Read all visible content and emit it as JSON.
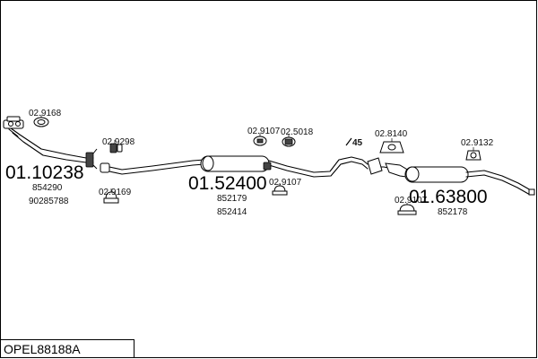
{
  "diagram_code": "OPEL88188A",
  "assemblies": [
    {
      "number": "01.10238",
      "refs": [
        "854290",
        "90285788"
      ]
    },
    {
      "number": "01.52400",
      "refs": [
        "852179",
        "852414"
      ]
    },
    {
      "number": "01.63800",
      "refs": [
        "852178"
      ]
    }
  ],
  "parts": [
    {
      "code": "02.9168"
    },
    {
      "code": "02.9298"
    },
    {
      "code": "02.9169"
    },
    {
      "code": "02.9107"
    },
    {
      "code": "02.5018"
    },
    {
      "code": "02.9107"
    },
    {
      "code": "45"
    },
    {
      "code": "02.8140"
    },
    {
      "code": "02.9132"
    },
    {
      "code": "02.9107"
    }
  ]
}
